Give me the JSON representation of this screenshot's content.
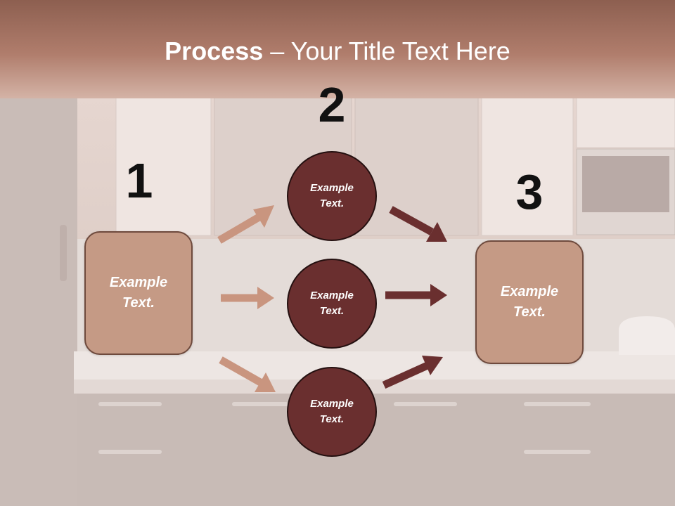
{
  "slide": {
    "title_bold": "Process",
    "title_rest": " – Your Title Text Here"
  },
  "steps": [
    {
      "number": "1",
      "text": "Example Text."
    },
    {
      "number": "2",
      "text": "Example Text."
    },
    {
      "number": "3",
      "text": "Example Text."
    }
  ],
  "circles": [
    {
      "text": "Example Text."
    },
    {
      "text": "Example Text."
    },
    {
      "text": "Example Text."
    }
  ],
  "colors": {
    "box_fill": "#c59a85",
    "circle_fill": "#6a2f2f",
    "light_arrow": "#c9957f",
    "dark_arrow": "#6a2f2f"
  }
}
